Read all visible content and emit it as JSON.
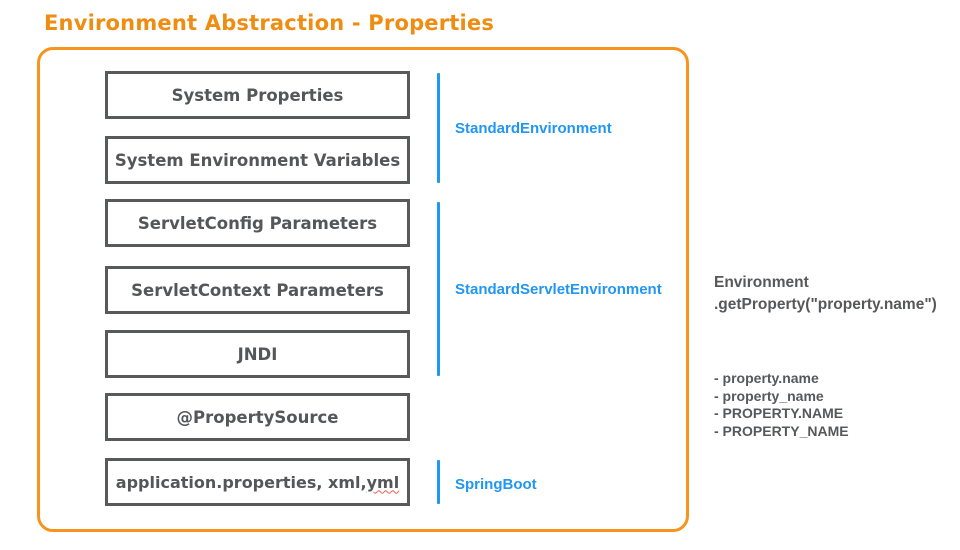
{
  "title": "Environment Abstraction - Properties",
  "colors": {
    "accent_orange": "#F7941D",
    "accent_blue": "#2196F3",
    "box_border_gray": "#58595B",
    "text_gray": "#57585A",
    "squiggle_red": "#E8604C"
  },
  "diagram": {
    "boxes": [
      {
        "label": "System Properties"
      },
      {
        "label": "System Environment Variables"
      },
      {
        "label": "ServletConfig Parameters"
      },
      {
        "label": "ServletContext Parameters"
      },
      {
        "label": "JNDI"
      },
      {
        "label": "@PropertySource"
      },
      {
        "label_prefix": "application.properties, xml, ",
        "label_squiggle": "yml"
      }
    ],
    "groups": [
      {
        "label": "StandardEnvironment"
      },
      {
        "label": "StandardServletEnvironment"
      },
      {
        "label": "SpringBoot"
      }
    ]
  },
  "annotation": {
    "line1": "Environment",
    "line2": ".getProperty(\"property.name\")",
    "list": [
      "- property.name",
      "- property_name",
      "- PROPERTY.NAME",
      "- PROPERTY_NAME"
    ]
  }
}
